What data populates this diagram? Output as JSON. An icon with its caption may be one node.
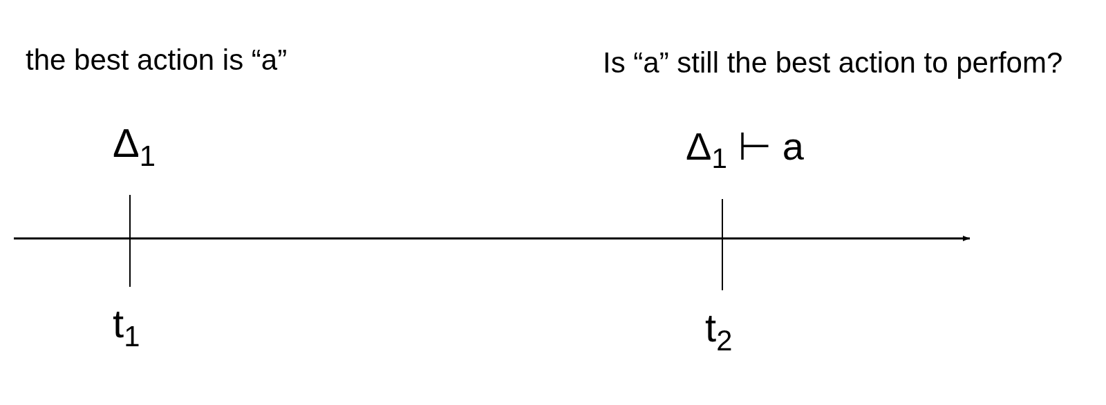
{
  "diagram": {
    "labels": [
      "the best action is “a”",
      "Is “a” still the best action to perfom?",
      "Δ$_{1}$",
      "Δ$_{1}$ ⊢ a",
      "t$_{1}$",
      "t$_{2}$"
    ]
  }
}
